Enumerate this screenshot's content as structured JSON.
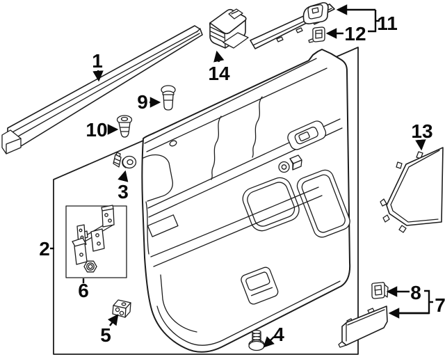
{
  "canvas": {
    "background": "#ffffff",
    "line_color": "#1c1c1c",
    "label_color": "#0a0a0a"
  },
  "callouts": [
    {
      "label": "1"
    },
    {
      "label": "2"
    },
    {
      "label": "3"
    },
    {
      "label": "4"
    },
    {
      "label": "5"
    },
    {
      "label": "6"
    },
    {
      "label": "7"
    },
    {
      "label": "8"
    },
    {
      "label": "9"
    },
    {
      "label": "10"
    },
    {
      "label": "11"
    },
    {
      "label": "12"
    },
    {
      "label": "13"
    },
    {
      "label": "14"
    }
  ]
}
